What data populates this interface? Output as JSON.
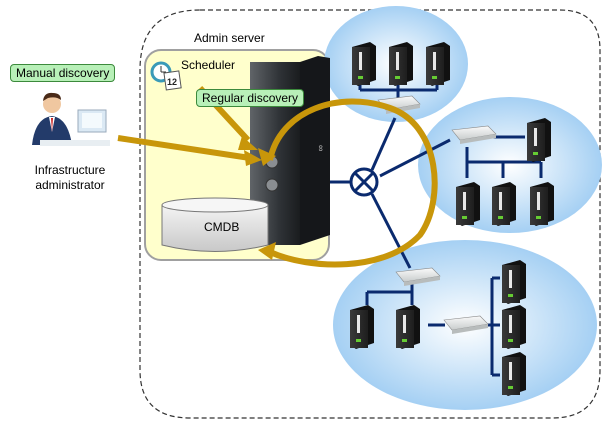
{
  "labels": {
    "manual_discovery": "Manual discovery",
    "regular_discovery": "Regular discovery",
    "admin_server": "Admin server",
    "scheduler": "Scheduler",
    "cmdb": "CMDB",
    "infra_admin_line1": "Infrastructure",
    "infra_admin_line2": "administrator",
    "calendar_day": "12"
  },
  "colors": {
    "admin_box_fill": "#ffffcc",
    "admin_box_border": "#a0a0a0",
    "arrow": "#c8960a",
    "network_line": "#0a2a6e",
    "cloud_fill": "#a8d4f5",
    "tag_fill": "#b8f0b8",
    "tag_border": "#3c8a3c"
  },
  "network": {
    "groups": [
      {
        "name": "top-group",
        "servers": 3
      },
      {
        "name": "right-group",
        "servers": 4
      },
      {
        "name": "bottom-group",
        "servers": 5
      }
    ]
  }
}
